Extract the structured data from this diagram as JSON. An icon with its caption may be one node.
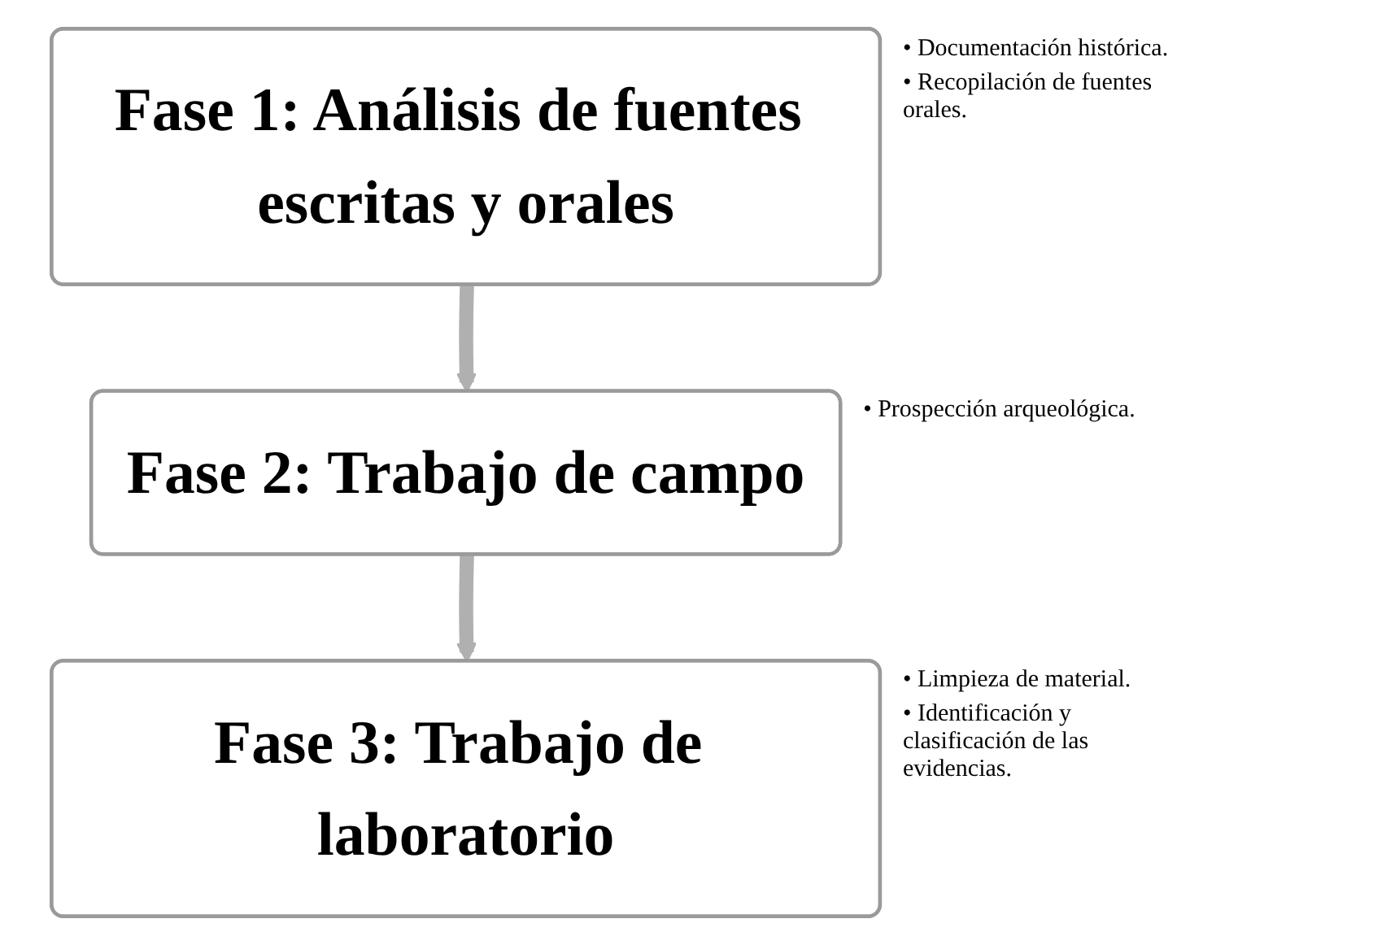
{
  "diagram": {
    "nodes": [
      {
        "text": [
          "Fase 1: Análisis de fuentes escritas y orales"
        ],
        "beside": [
          "• Documentación histórica.",
          "• Recopilación de fuentes orales."
        ]
      },
      {
        "text": [
          "Fase 2: Trabajo de campo"
        ],
        "beside": [
          "• Prospección arqueológica."
        ]
      },
      {
        "text": [
          "Fase 3: Trabajo de laboratorio"
        ],
        "beside": [
          "• Limpieza de material.",
          "• Identificación y clasificación de las evidencias."
        ]
      }
    ],
    "edges": [
      {
        "from": 0,
        "to": 1,
        "arrow": "to"
      },
      {
        "from": 1,
        "to": 2,
        "arrow": "to"
      }
    ]
  }
}
